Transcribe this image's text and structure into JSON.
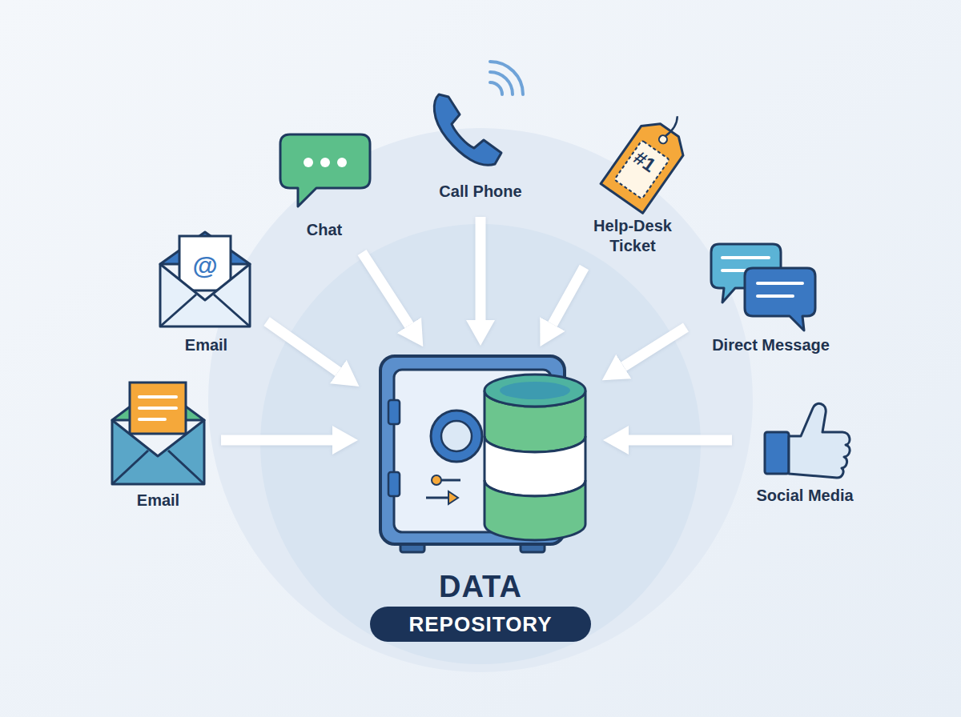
{
  "diagram": {
    "nodes": [
      {
        "text": [
          "Call Phone"
        ]
      },
      {
        "text": [
          "Chat"
        ]
      },
      {
        "text": [
          "Help-Desk Ticket",
          "#1"
        ]
      },
      {
        "text": [
          "Email",
          "@"
        ]
      },
      {
        "text": [
          "Direct Message"
        ]
      },
      {
        "text": [
          "Email"
        ]
      },
      {
        "text": [
          "Social Media"
        ]
      },
      {
        "text": [
          "DATA",
          "REPOSITORY"
        ]
      }
    ],
    "edges": [
      {
        "from": 0,
        "to": 7,
        "arrow": "to"
      },
      {
        "from": 1,
        "to": 7,
        "arrow": "to"
      },
      {
        "from": 2,
        "to": 7,
        "arrow": "to"
      },
      {
        "from": 3,
        "to": 7,
        "arrow": "to"
      },
      {
        "from": 4,
        "to": 7,
        "arrow": "to"
      },
      {
        "from": 5,
        "to": 7,
        "arrow": "to"
      },
      {
        "from": 6,
        "to": 7,
        "arrow": "to"
      }
    ]
  }
}
